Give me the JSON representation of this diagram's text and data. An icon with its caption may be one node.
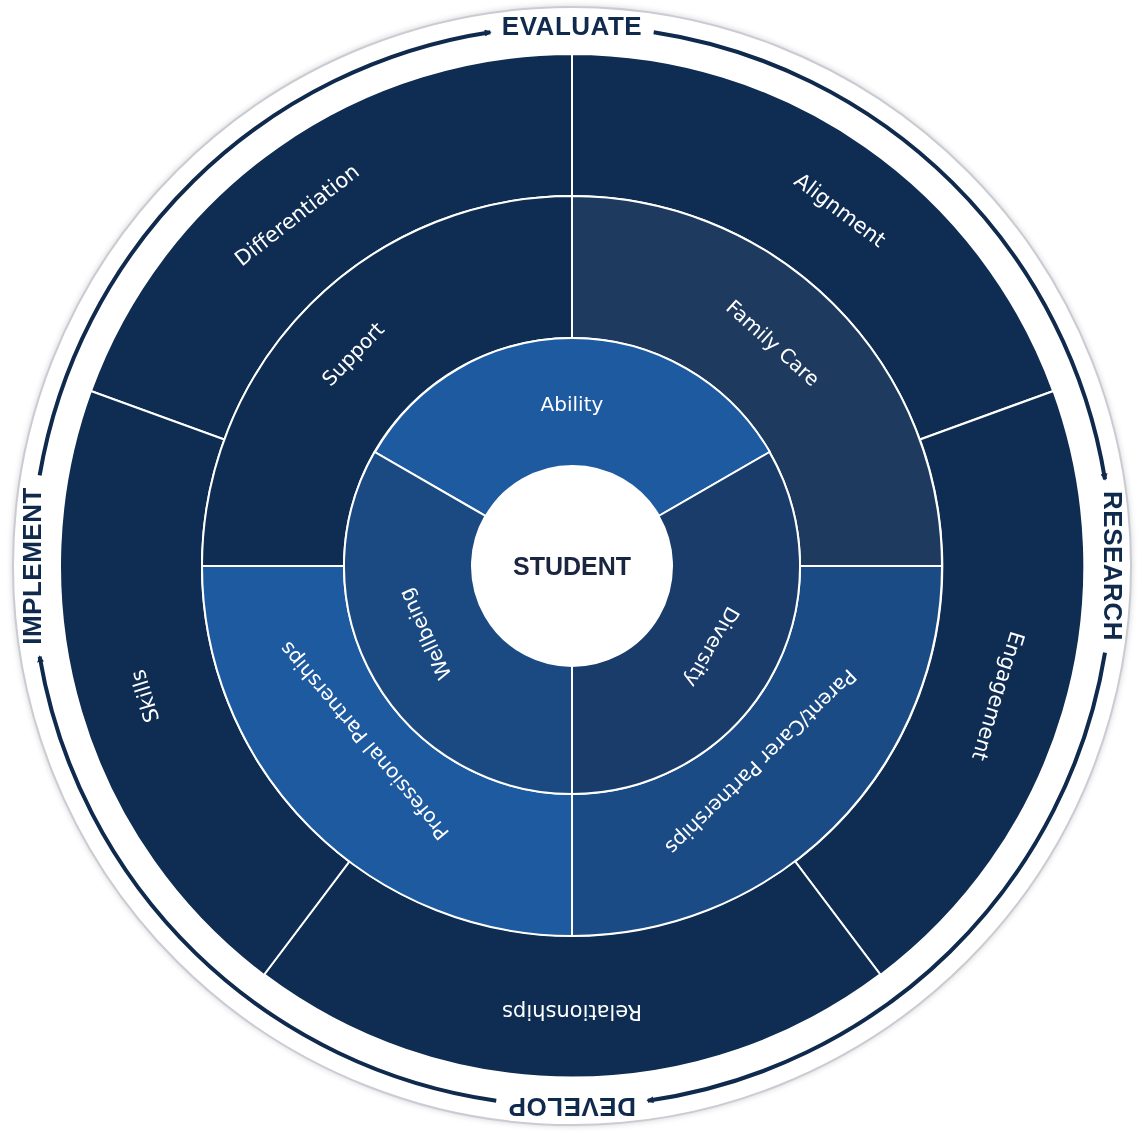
{
  "diagram": {
    "nodes": [
      {
        "text": [
          "EVALUATE"
        ]
      },
      {
        "text": [
          "RESEARCH"
        ]
      },
      {
        "text": [
          "DEVELOP"
        ]
      },
      {
        "text": [
          "IMPLEMENT"
        ]
      },
      {
        "text": [
          "Differentiation"
        ]
      },
      {
        "text": [
          "Alignment"
        ]
      },
      {
        "text": [
          "Engagement"
        ]
      },
      {
        "text": [
          "Relationships"
        ]
      },
      {
        "text": [
          "Skills"
        ]
      },
      {
        "text": [
          "Support"
        ]
      },
      {
        "text": [
          "Family Care"
        ]
      },
      {
        "text": [
          "Parent/Carer Partnerships"
        ]
      },
      {
        "text": [
          "Professional Partnerships"
        ]
      },
      {
        "text": [
          "Ability"
        ]
      },
      {
        "text": [
          "Wellbeing"
        ]
      },
      {
        "text": [
          "Diversity"
        ]
      },
      {
        "text": [
          "STUDENT"
        ]
      }
    ],
    "edges": [
      {
        "from": 0,
        "to": 1,
        "arrow": "to"
      },
      {
        "from": 1,
        "to": 2,
        "arrow": "to"
      },
      {
        "from": 2,
        "to": 3,
        "arrow": "to"
      },
      {
        "from": 3,
        "to": 0,
        "arrow": "to"
      }
    ]
  }
}
